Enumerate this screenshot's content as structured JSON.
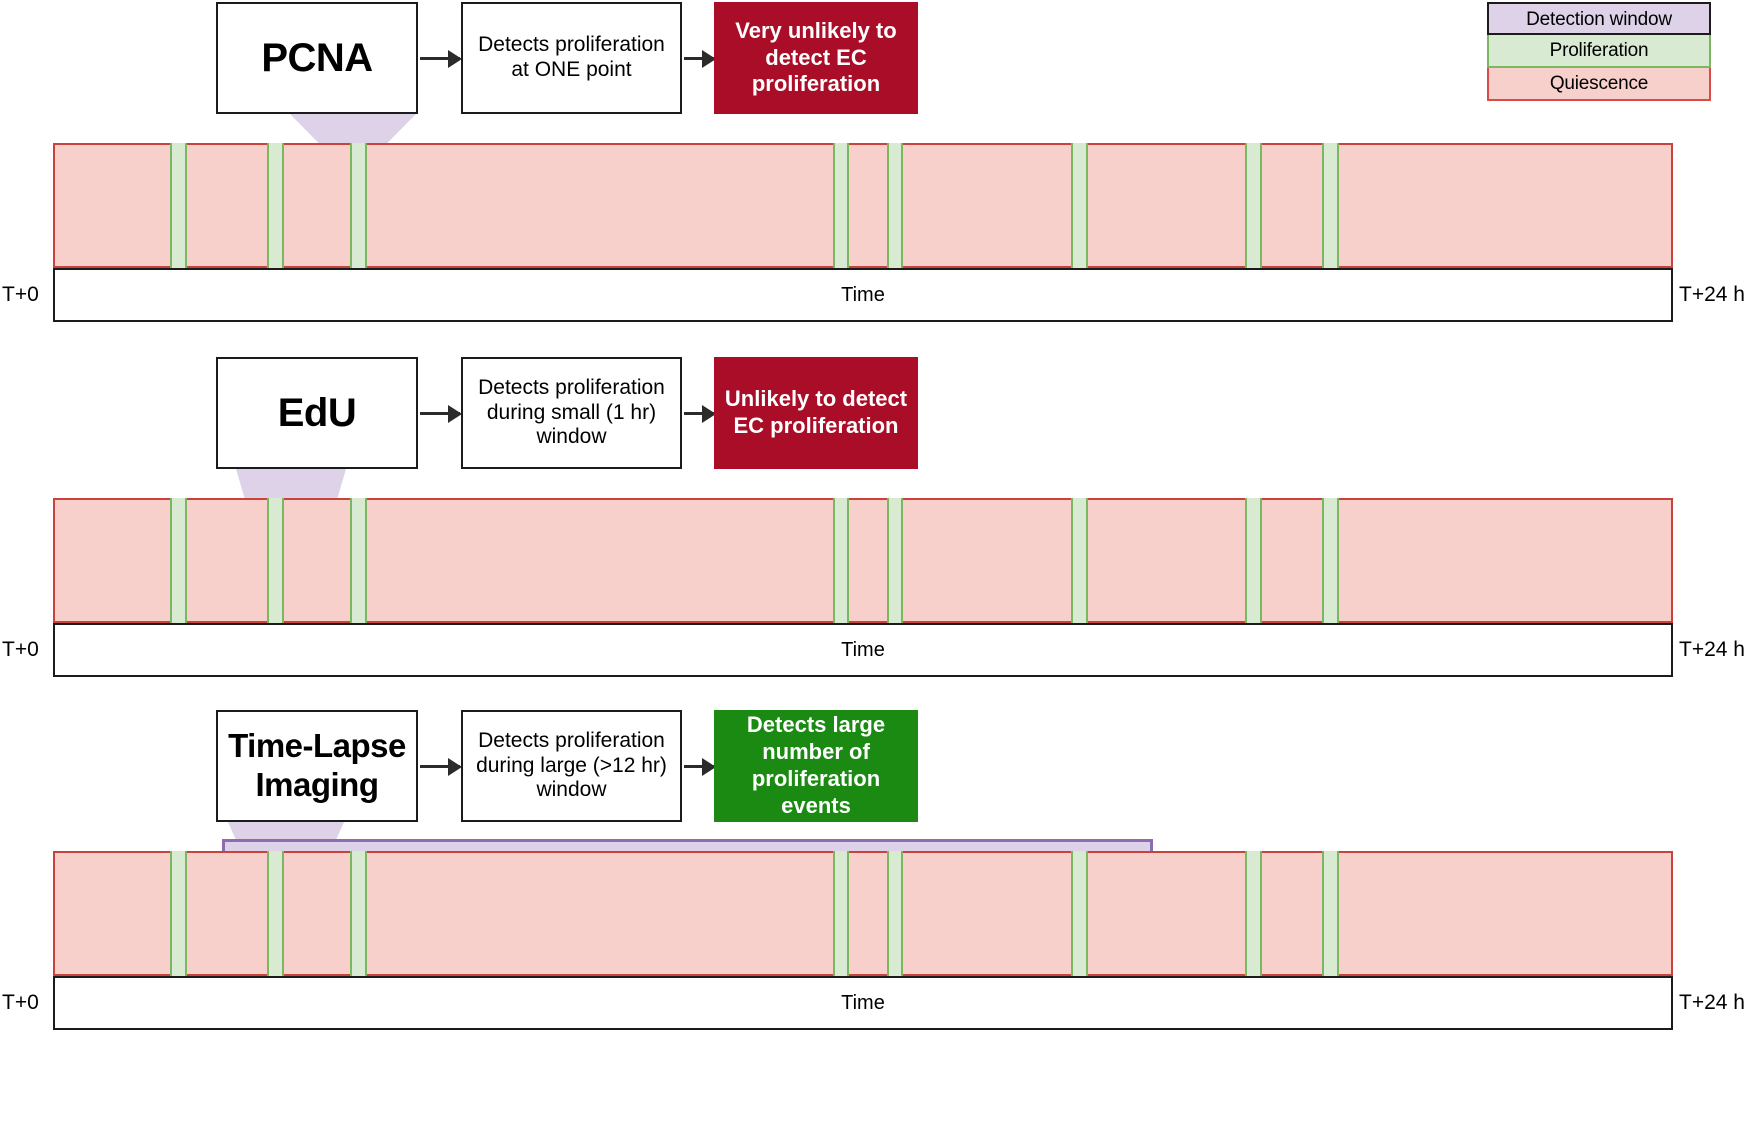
{
  "legend": {
    "items": [
      {
        "label": "Detection window",
        "fill": "#ded2e9",
        "stroke": "#1b1b1b"
      },
      {
        "label": "Proliferation",
        "fill": "#d9ead3",
        "stroke": "#7bb661"
      },
      {
        "label": "Quiescence",
        "fill": "#f7cfcb",
        "stroke": "#d94a4a"
      }
    ]
  },
  "rows": [
    {
      "id": "pcna",
      "method": "PCNA",
      "description": "Detects proliferation at ONE point",
      "verdict": "Very unlikely to detect EC proliferation",
      "verdict_tone": "bad",
      "verdict_color": "#aa0d28",
      "detection_window": "point",
      "axis_start": "T+0",
      "axis_center": "Time",
      "axis_end": "T+24 h"
    },
    {
      "id": "edu",
      "method": "EdU",
      "description": "Detects proliferation during small (1 hr) window",
      "verdict": "Unlikely to detect EC proliferation",
      "verdict_tone": "bad",
      "verdict_color": "#aa0d28",
      "detection_window": "small",
      "axis_start": "T+0",
      "axis_center": "Time",
      "axis_end": "T+24 h"
    },
    {
      "id": "timelapse",
      "method": "Time-Lapse Imaging",
      "description": "Detects proliferation during large (>12 hr) window",
      "verdict": "Detects large number of proliferation events",
      "verdict_tone": "good",
      "verdict_color": "#1a8a12",
      "detection_window": "large",
      "axis_start": "T+0",
      "axis_center": "Time",
      "axis_end": "T+24 h"
    }
  ],
  "chart_data": {
    "type": "timeline",
    "title": "Proliferation detection windows across 24 hours",
    "x_range_hours": [
      0,
      24
    ],
    "x_start_label": "T+0",
    "x_end_label": "T+24 h",
    "x_axis_label": "Time",
    "states": [
      "Quiescence",
      "Proliferation"
    ],
    "proliferation_events_hours": [
      [
        1.2,
        1.42
      ],
      [
        2.63,
        2.85
      ],
      [
        3.86,
        4.08
      ],
      [
        11.8,
        12.0
      ],
      [
        13.02,
        13.24
      ],
      [
        15.52,
        15.74
      ],
      [
        18.1,
        18.32
      ],
      [
        19.22,
        19.44
      ]
    ],
    "detection_windows": {
      "pcna": {
        "start_hours": 4.55,
        "end_hours": 4.55,
        "type": "instant"
      },
      "edu": {
        "start_hours": 3.7,
        "end_hours": 4.7,
        "type": "interval",
        "duration_hours": 1
      },
      "timelapse": {
        "start_hours": 2.3,
        "end_hours": 15.3,
        "type": "interval",
        "duration_hours": 13
      }
    },
    "legend_entries": [
      "Detection window",
      "Proliferation",
      "Quiescence"
    ]
  }
}
